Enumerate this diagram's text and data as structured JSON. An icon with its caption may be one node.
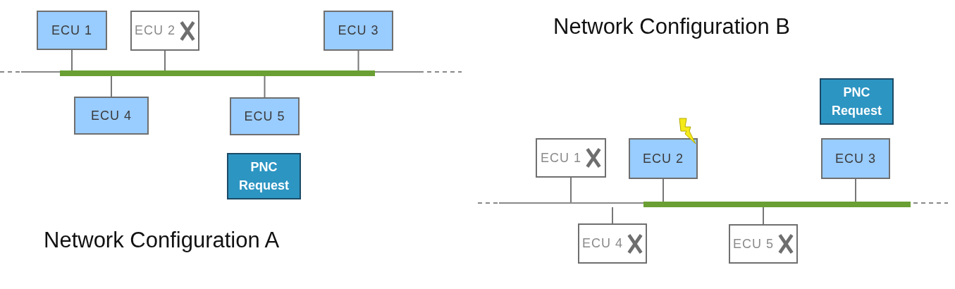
{
  "diagram": {
    "nodes": [
      {
        "text": [
          "ECU 1"
        ]
      },
      {
        "text": [
          "ECU 2"
        ]
      },
      {
        "text": [
          "ECU 3"
        ]
      },
      {
        "text": [],
        "shape": "bar"
      },
      {
        "text": [
          "ECU 4"
        ]
      },
      {
        "text": [
          "ECU 5"
        ]
      },
      {
        "text": [
          "PNC Request"
        ]
      },
      {
        "text": [
          "PNC Request"
        ]
      },
      {
        "text": [
          "ECU 1"
        ]
      },
      {
        "text": [
          "ECU 2"
        ]
      },
      {
        "text": [
          "ECU 3"
        ]
      },
      {
        "text": [],
        "shape": "bar"
      },
      {
        "text": [
          "ECU 4"
        ]
      },
      {
        "text": [
          "ECU 5"
        ]
      }
    ],
    "edges": [
      {
        "from": 0,
        "to": 3,
        "arrow": "none"
      },
      {
        "from": 1,
        "to": 3,
        "arrow": "none"
      },
      {
        "from": 2,
        "to": 3,
        "arrow": "none"
      },
      {
        "from": 4,
        "to": 3,
        "arrow": "none"
      },
      {
        "from": 5,
        "to": 3,
        "arrow": "none"
      },
      {
        "from": 8,
        "to": 11,
        "arrow": "none"
      },
      {
        "from": 9,
        "to": 11,
        "arrow": "none"
      },
      {
        "from": 10,
        "to": 11,
        "arrow": "none"
      },
      {
        "from": 12,
        "to": 11,
        "arrow": "none"
      },
      {
        "from": 13,
        "to": 11,
        "arrow": "none"
      }
    ],
    "labels": [
      "Network Configuration B",
      "Network Configuration A"
    ]
  }
}
